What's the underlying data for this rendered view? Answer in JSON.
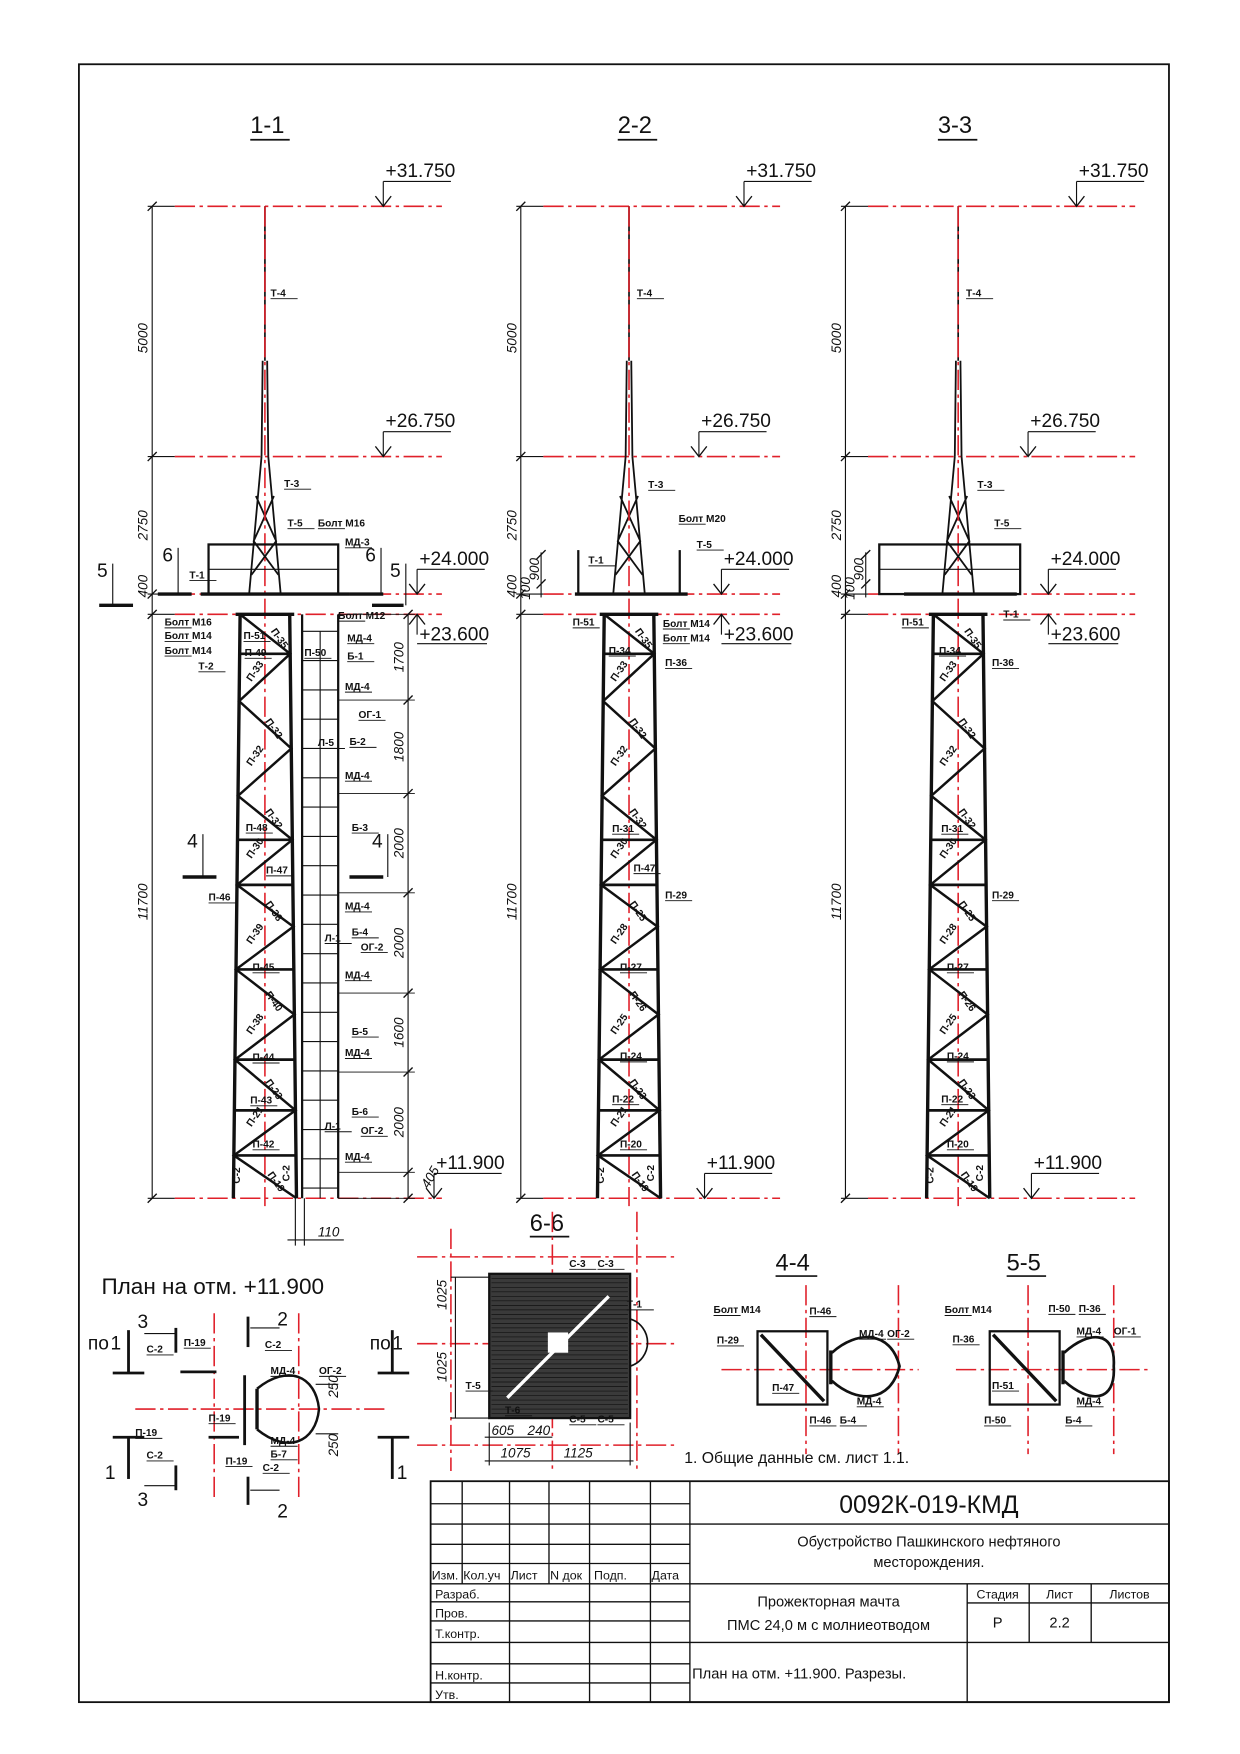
{
  "sections": [
    {
      "title": "1-1",
      "elevations": [
        "+31.750",
        "+26.750",
        "+24.000",
        "+23.600",
        "+11.900"
      ],
      "dims_left": [
        "5000",
        "2750",
        "400",
        "11700"
      ],
      "dims_right": [
        "1700",
        "1800",
        "2000",
        "2000",
        "1600",
        "2000",
        "405"
      ],
      "dim_bottom": "110",
      "cut_marks": [
        "6",
        "6",
        "5",
        "5",
        "4",
        "4"
      ],
      "labels": [
        "Т-4",
        "Т-3",
        "Т-5",
        "Болт М16",
        "МД-3",
        "Т-1",
        "Болт М12",
        "Болт М16",
        "Болт М14",
        "Болт М14",
        "Т-2",
        "МД-4",
        "П-51",
        "П-49",
        "П-50",
        "Б-1",
        "МД-4",
        "ОГ-1",
        "Л-5",
        "Б-2",
        "МД-4",
        "П-48",
        "Б-3",
        "П-47",
        "П-46",
        "МД-4",
        "Б-4",
        "Л-1",
        "ОГ-2",
        "П-45",
        "МД-4",
        "Б-5",
        "МД-4",
        "П-44",
        "П-43",
        "Б-6",
        "Л-1",
        "ОГ-2",
        "П-42",
        "МД-4"
      ],
      "diag_labels": [
        "П-35",
        "П-33",
        "П-32",
        "П-32",
        "П-32",
        "П-30",
        "П-38",
        "П-39",
        "П-40",
        "П-38",
        "П-23",
        "П-21",
        "П-19",
        "С-2",
        "С-2"
      ]
    },
    {
      "title": "2-2",
      "elevations": [
        "+31.750",
        "+26.750",
        "+24.000",
        "+23.600",
        "+11.900"
      ],
      "dims_left": [
        "5000",
        "2750",
        "400",
        "11700",
        "100",
        "900"
      ],
      "labels": [
        "Т-4",
        "Т-3",
        "Болт М20",
        "Т-1",
        "Т-5",
        "П-51",
        "Болт М14",
        "Болт М14",
        "П-36",
        "П-34",
        "П-31",
        "П-47",
        "П-29",
        "П-27",
        "П-24",
        "П-22",
        "П-20"
      ],
      "diag_labels": [
        "П-35",
        "П-33",
        "П-32",
        "П-32",
        "П-32",
        "П-30",
        "П-25",
        "П-28",
        "П-26",
        "П-25",
        "П-23",
        "П-21",
        "П-19",
        "С-2",
        "С-2"
      ]
    },
    {
      "title": "3-3",
      "elevations": [
        "+31.750",
        "+26.750",
        "+24.000",
        "+23.600",
        "+11.900"
      ],
      "dims_left": [
        "5000",
        "2750",
        "400",
        "11700",
        "100",
        "900"
      ],
      "labels": [
        "Т-4",
        "Т-3",
        "Т-5",
        "Т-1",
        "П-51",
        "П-36",
        "П-34",
        "П-31",
        "П-29",
        "П-27",
        "П-24",
        "П-22",
        "П-20"
      ],
      "diag_labels": [
        "П-35",
        "П-33",
        "П-32",
        "П-32",
        "П-32",
        "П-30",
        "П-25",
        "П-28",
        "П-26",
        "П-25",
        "П-23",
        "П-21",
        "П-19",
        "С-2",
        "С-2"
      ]
    }
  ],
  "plan": {
    "title": "План на отм. +11.900",
    "labels": [
      "по",
      "1",
      "по",
      "1",
      "3",
      "3",
      "2",
      "2",
      "1",
      "1",
      "С-2",
      "П-19",
      "С-2",
      "МД-4",
      "ОГ-2",
      "П-19",
      "П-19",
      "С-2",
      "П-19",
      "МД-4",
      "Б-7",
      "С-2",
      "250",
      "250"
    ]
  },
  "section_66": {
    "title": "6-6",
    "dims": [
      "1025",
      "1025",
      "605",
      "240",
      "1075",
      "1125"
    ],
    "labels": [
      "С-3",
      "С-3",
      "Т-1",
      "Т-5",
      "Т-6",
      "С-5",
      "С-5"
    ]
  },
  "section_44": {
    "title": "4-4",
    "labels": [
      "Болт М14",
      "П-46",
      "П-29",
      "МД-4",
      "ОГ-2",
      "П-47",
      "МД-4",
      "П-46",
      "Б-4"
    ]
  },
  "section_55": {
    "title": "5-5",
    "labels": [
      "Болт М14",
      "П-50",
      "П-36",
      "П-36",
      "МД-4",
      "ОГ-1",
      "П-51",
      "МД-4",
      "П-50",
      "Б-4"
    ]
  },
  "notes": [
    "1. Общие данные см. лист 1.1."
  ],
  "title_block": {
    "doc_code": "0092К-019-КМД",
    "project": [
      "Обустройство Пашкинского нефтяного",
      "месторождения."
    ],
    "object": [
      "Прожекторная мачта",
      "ПМС 24,0 м с молниеотводом"
    ],
    "sheet_title": "План на отм. +11.900. Разрезы.",
    "col_headers": [
      "Изм.",
      "Кол.уч",
      "Лист",
      "N док",
      "Подп.",
      "Дата"
    ],
    "roles": [
      "Разраб.",
      "Пров.",
      "Т.контр.",
      "Н.контр.",
      "Утв."
    ],
    "stage_headers": [
      "Стадия",
      "Лист",
      "Листов"
    ],
    "stage": "Р",
    "sheet": "2.2",
    "sheets": ""
  }
}
